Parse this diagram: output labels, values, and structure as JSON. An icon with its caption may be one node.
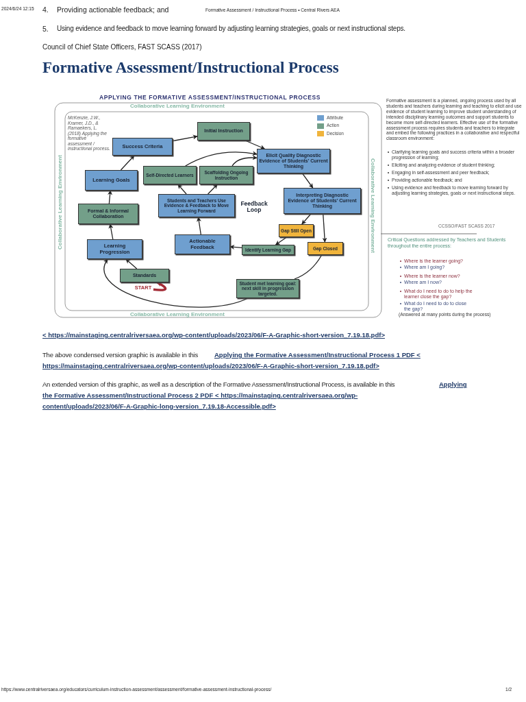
{
  "diagram": {
    "title": "Formative Assessment/Instructional Process",
    "nodes": [
      {
        "text": [
          "Success Criteria"
        ]
      },
      {
        "text": [
          "Initial Instruction"
        ]
      },
      {
        "text": [
          "Learning Goals"
        ]
      },
      {
        "text": [
          "Self-Directed Learners"
        ]
      },
      {
        "text": [
          "Scaffolding Ongoing Instruction"
        ]
      },
      {
        "text": [
          "Elicit Quality Diagnostic Evidence of Students' Current Thinking"
        ]
      },
      {
        "text": [
          "Formal & Informal Collaboration"
        ]
      },
      {
        "text": [
          "Students and Teachers Use Evidence & Feedback to Move Learning Forward"
        ]
      },
      {
        "text": [
          "Interpreting Diagnostic Evidence of Students' Current Thinking"
        ]
      },
      {
        "text": [
          "Gap Still Open"
        ]
      },
      {
        "text": [
          "Learning Progression"
        ]
      },
      {
        "text": [
          "Actionable Feedback"
        ]
      },
      {
        "text": [
          "Identify Learning Gap"
        ]
      },
      {
        "text": [
          "Gap Closed"
        ]
      },
      {
        "text": [
          "Standards"
        ]
      },
      {
        "text": [
          "START"
        ]
      },
      {
        "text": [
          "Student met learning goal: next skill in progression targeted."
        ]
      }
    ],
    "edges": [
      {
        "from": 0,
        "to": 1,
        "arrow": "to"
      },
      {
        "from": 1,
        "to": 5,
        "arrow": "to"
      },
      {
        "from": 5,
        "to": 8,
        "arrow": "to"
      },
      {
        "from": 8,
        "to": 9,
        "arrow": "to"
      },
      {
        "from": 8,
        "to": 13,
        "arrow": "to"
      },
      {
        "from": 9,
        "to": 12,
        "arrow": "to"
      },
      {
        "from": 12,
        "to": 11,
        "arrow": "to"
      },
      {
        "from": 11,
        "to": 7,
        "arrow": "to"
      },
      {
        "from": 7,
        "to": 3,
        "arrow": "to"
      },
      {
        "from": 7,
        "to": 4,
        "arrow": "to"
      },
      {
        "from": 3,
        "to": 5,
        "arrow": "to"
      },
      {
        "from": 4,
        "to": 5,
        "arrow": "to"
      },
      {
        "from": 13,
        "to": 16,
        "arrow": "none"
      },
      {
        "from": 16,
        "to": 10,
        "arrow": "to"
      },
      {
        "from": 14,
        "to": 10,
        "arrow": "to"
      },
      {
        "from": 10,
        "to": 6,
        "arrow": "to"
      },
      {
        "from": 6,
        "to": 2,
        "arrow": "to"
      },
      {
        "from": 2,
        "to": 0,
        "arrow": "to"
      },
      {
        "from": 15,
        "to": 14,
        "arrow": "to",
        "style": "thick",
        "color": "#a32b35"
      }
    ],
    "labels": [
      "2024/6/24 12:15",
      "4.",
      "Providing actionable feedback; and",
      "Formative Assessment / Instructional Process • Central Rivers AEA",
      "5.",
      "Using evidence and feedback to move learning forward by adjusting learning strategies, goals or next instructional steps.",
      "Council of Chief State Officers, FAST SCASS (2017)",
      "APPLYING THE FORMATIVE ASSESSMENT/INSTRUCTIONAL PROCESS",
      "Collaborative Learning Environment",
      "Collaborative Learning Environment",
      "Collaborative Learning Environment",
      "Collaborative Learning Environment",
      "Feedback Loop",
      "McKenzie, J.W., Kramer, J.D., & Ramaekers, L. (2018) Applying the formative assessment / instructional process.",
      "Formative assessment is a planned, ongoing process used by all students and teachers during learning and teaching to elicit and use evidence of student learning to improve student understanding of intended disciplinary learning outcomes and support students to become more self-directed learners. Effective use of the formative assessment process requires students and teachers to integrate and embed the following practices in a collaborative and respectful classroom environment:",
      "Clarifying learning goals and success criteria within a broader progression of learning;",
      "Eliciting and analyzing evidence of student thinking;",
      "Engaging in self-assessment and peer feedback;",
      "Providing actionable feedback; and",
      "Using evidence and feedback to move learning forward by adjusting learning strategies, goals or next instructional steps.",
      "CCSSO/FAST SCASS 2017",
      "Critical Questions addressed by Teachers and Students throughout the entire process:",
      "Where is the learner going?",
      "Where am I going?",
      "Where is the learner now?",
      "Where am I now?",
      "What do I need to do to help the learner close the gap?",
      "What do I need to do to close the gap?",
      "(Answered at many points during the process)",
      "< https://mainstaging.centralriversaea.org/wp-content/uploads/2023/06/F-A-Graphic-short-version_7.19.18.pdf>",
      "The above condensed version graphic is available in this",
      "Applying the Formative Assessment/Instructional Process 1 PDF <",
      "https://mainstaging.centralriversaea.org/wp-content/uploads/2023/06/F-A-Graphic-short-version_7.19.18.pdf>",
      "An extended version of this graphic, as well as a description of the Formative Assessment/Instructional Process, is available in this",
      "Applying",
      "the Formative Assessment/Instructional Process 2 PDF < https://mainstaging.centralriversaea.org/wp-",
      "content/uploads/2023/06/F-A-Graphic-long-version_7.19.18-Accessible.pdf>",
      "https://www.centralriversaea.org/educators/curriculum-instruction-assessment/assessment/formative-assessment-instructional-process/",
      "1/2"
    ],
    "legend": [
      {
        "text": "Attribute",
        "color": "#6f9fcf"
      },
      {
        "text": "Action",
        "color": "#739f89"
      },
      {
        "text": "Decision",
        "color": "#f0b43c"
      }
    ]
  }
}
